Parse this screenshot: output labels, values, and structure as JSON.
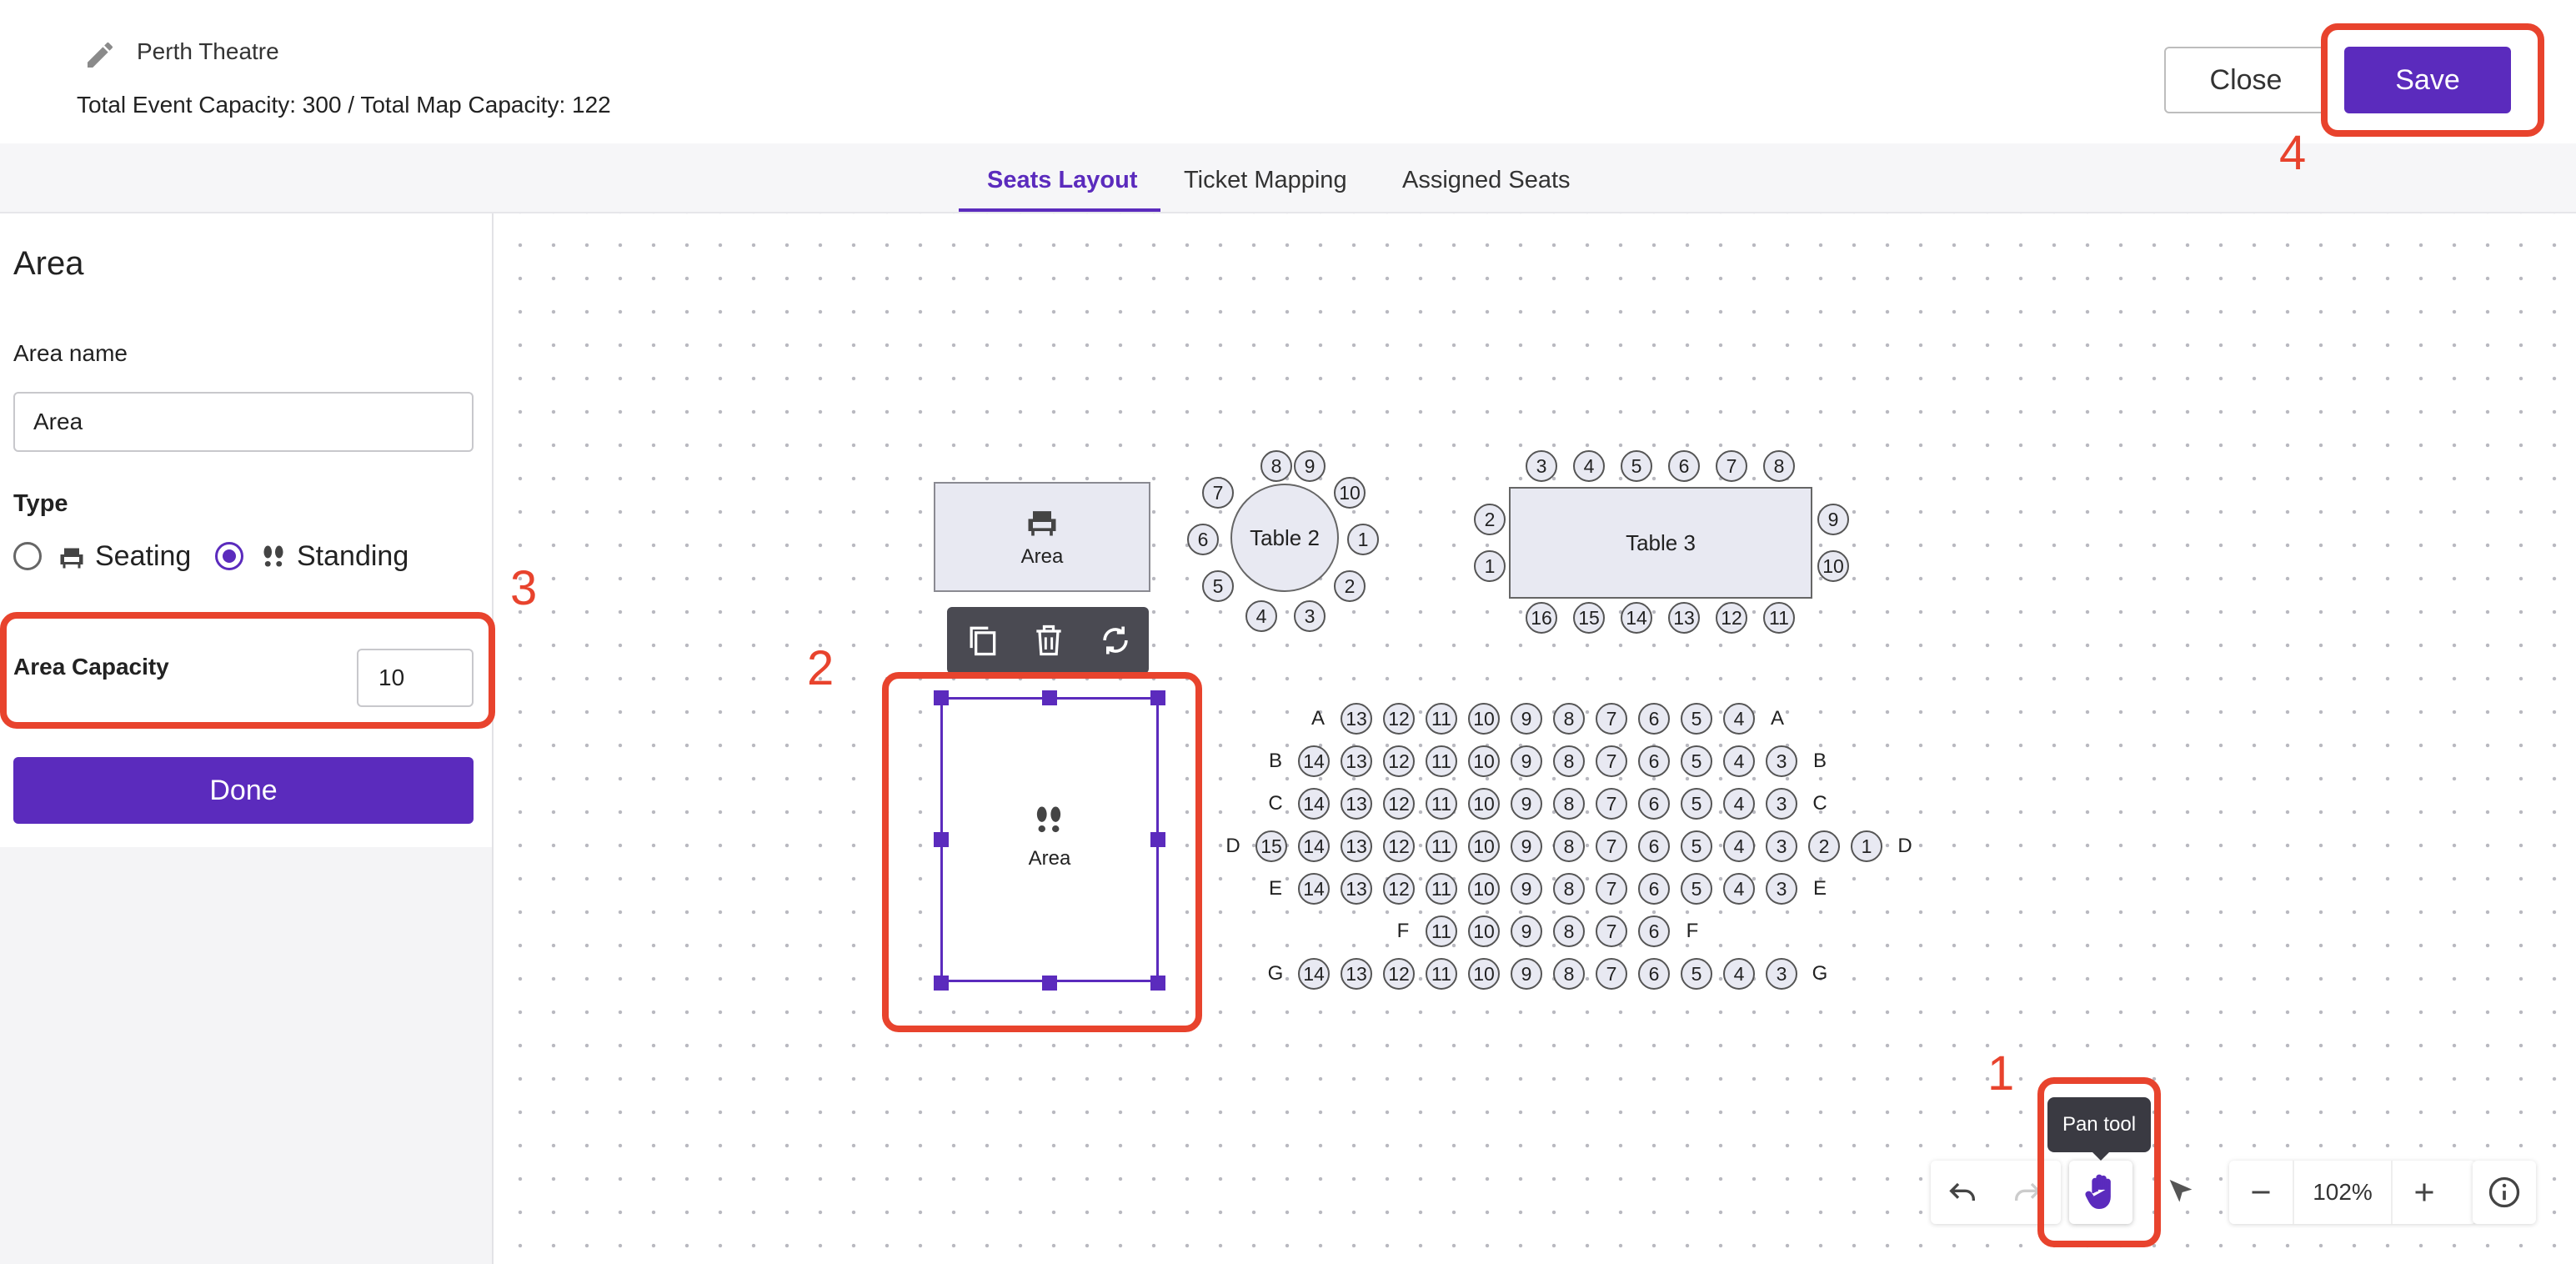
{
  "header": {
    "title": "Perth Theatre",
    "capacity": "Total Event Capacity: 300 / Total Map Capacity: 122",
    "close_label": "Close",
    "save_label": "Save"
  },
  "tabs": [
    {
      "label": "Seats Layout",
      "active": true
    },
    {
      "label": "Ticket Mapping",
      "active": false
    },
    {
      "label": "Assigned Seats",
      "active": false
    }
  ],
  "panel": {
    "heading": "Area",
    "area_name_label": "Area name",
    "area_name_value": "Area",
    "type_label": "Type",
    "type_options": [
      {
        "label": "Seating",
        "icon": "armchair-icon",
        "selected": false
      },
      {
        "label": "Standing",
        "icon": "footprints-icon",
        "selected": true
      }
    ],
    "capacity_label": "Area Capacity",
    "capacity_value": "10",
    "done_label": "Done"
  },
  "canvas": {
    "area_box_label": "Area",
    "selected_area_label": "Area",
    "table2": {
      "label": "Table 2",
      "seats": [
        "8",
        "9",
        "10",
        "1",
        "2",
        "3",
        "4",
        "5",
        "6",
        "7"
      ]
    },
    "table3": {
      "label": "Table 3",
      "top": [
        "3",
        "4",
        "5",
        "6",
        "7",
        "8"
      ],
      "left": [
        "2",
        "1"
      ],
      "right": [
        "9",
        "10"
      ],
      "bottom": [
        "16",
        "15",
        "14",
        "13",
        "12",
        "11"
      ]
    },
    "rows": [
      {
        "name": "A",
        "seats": [
          "13",
          "12",
          "11",
          "10",
          "9",
          "8",
          "7",
          "6",
          "5",
          "4"
        ]
      },
      {
        "name": "B",
        "seats": [
          "14",
          "13",
          "12",
          "11",
          "10",
          "9",
          "8",
          "7",
          "6",
          "5",
          "4",
          "3"
        ]
      },
      {
        "name": "C",
        "seats": [
          "14",
          "13",
          "12",
          "11",
          "10",
          "9",
          "8",
          "7",
          "6",
          "5",
          "4",
          "3"
        ]
      },
      {
        "name": "D",
        "seats": [
          "15",
          "14",
          "13",
          "12",
          "11",
          "10",
          "9",
          "8",
          "7",
          "6",
          "5",
          "4",
          "3",
          "2",
          "1"
        ]
      },
      {
        "name": "E",
        "seats": [
          "14",
          "13",
          "12",
          "11",
          "10",
          "9",
          "8",
          "7",
          "6",
          "5",
          "4",
          "3"
        ]
      },
      {
        "name": "F",
        "seats": [
          "11",
          "10",
          "9",
          "8",
          "7",
          "6"
        ]
      },
      {
        "name": "G",
        "seats": [
          "14",
          "13",
          "12",
          "11",
          "10",
          "9",
          "8",
          "7",
          "6",
          "5",
          "4",
          "3"
        ]
      }
    ]
  },
  "toolbar": {
    "tooltip": "Pan tool",
    "zoom": "102%"
  },
  "annotations": [
    "1",
    "2",
    "3",
    "4"
  ],
  "colors": {
    "accent": "#5b2bbd",
    "annotation": "#e8432d"
  }
}
